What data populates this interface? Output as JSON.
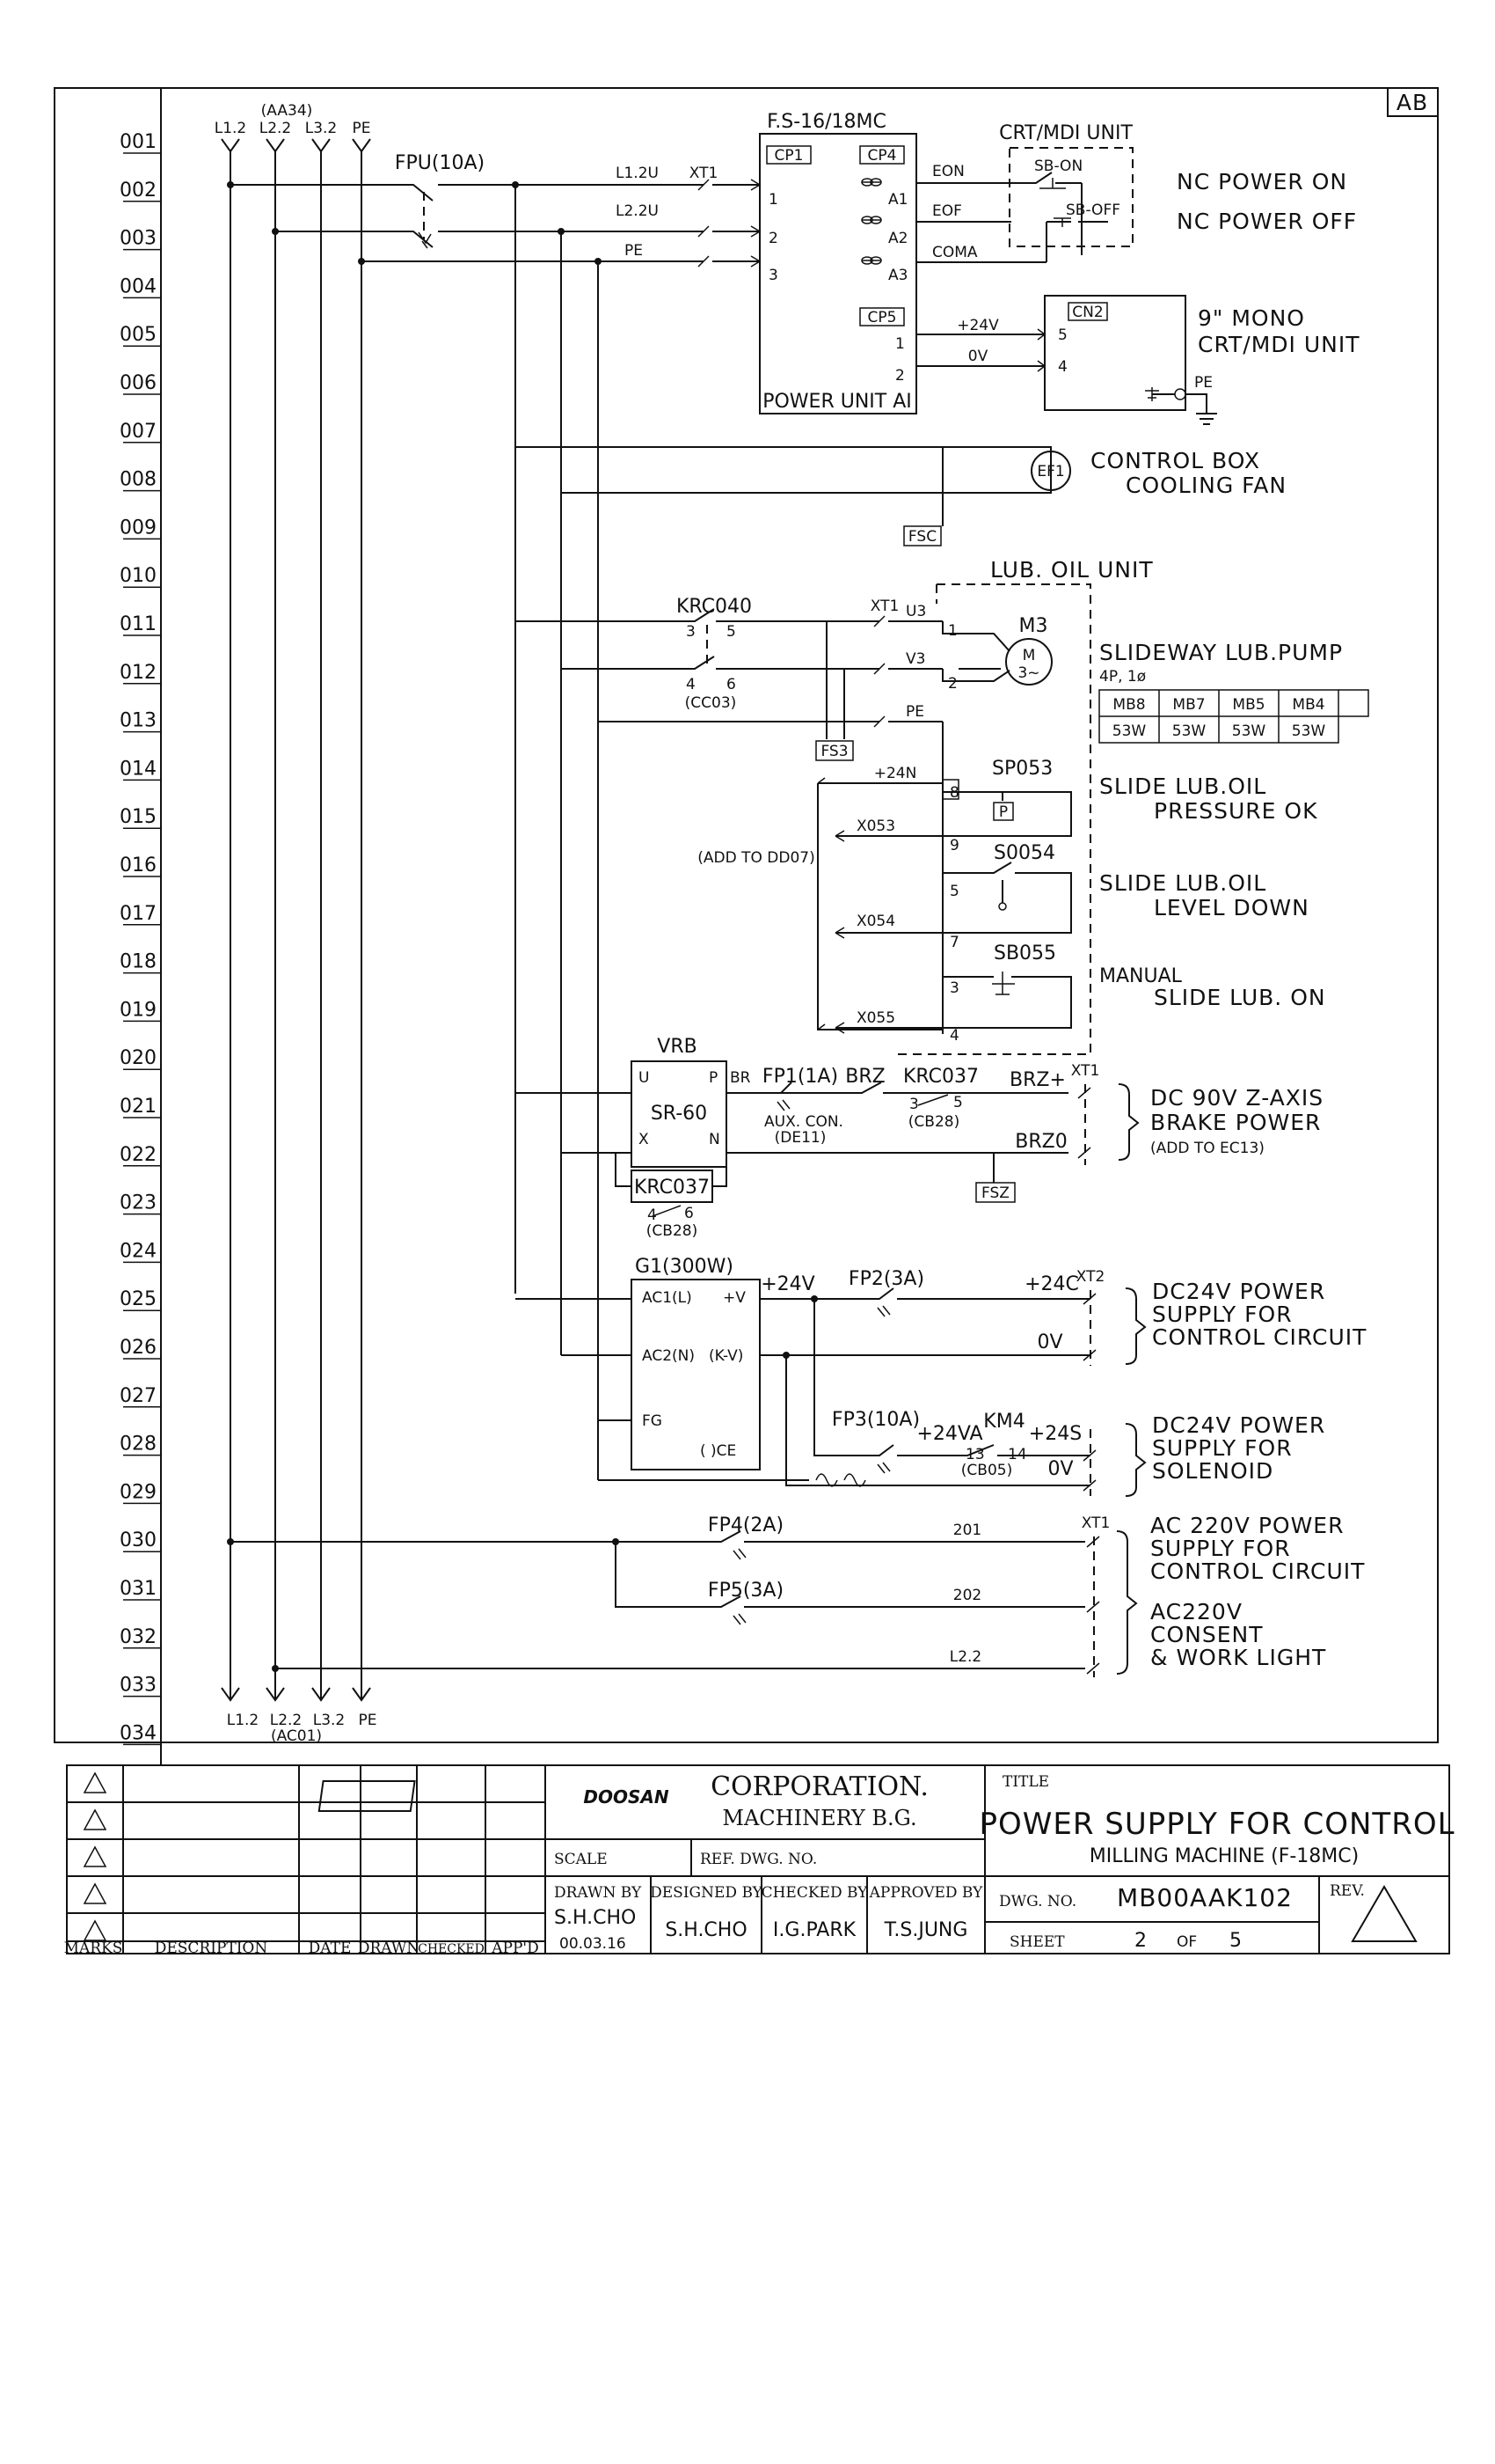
{
  "corner_tag": "AB",
  "line_numbers": [
    "001",
    "002",
    "003",
    "004",
    "005",
    "006",
    "007",
    "008",
    "009",
    "010",
    "011",
    "012",
    "013",
    "014",
    "015",
    "016",
    "017",
    "018",
    "019",
    "020",
    "021",
    "022",
    "023",
    "024",
    "025",
    "026",
    "027",
    "028",
    "029",
    "030",
    "031",
    "032",
    "033",
    "034"
  ],
  "supply": {
    "group_top": "(AA34)",
    "phases_top": [
      "L1.2",
      "L2.2",
      "L3.2",
      "PE"
    ],
    "phases_bottom": [
      "L1.2",
      "L2.2",
      "L3.2",
      "PE"
    ],
    "group_bottom": "(AC01)",
    "main_breaker": "FPU(10A)"
  },
  "power_unit": {
    "title": "F.S-16/18MC",
    "cp1": "CP1",
    "cp4": "CP4",
    "cp5": "CP5",
    "name": "POWER UNIT AI",
    "inputs": [
      "1",
      "2",
      "3"
    ],
    "a_terms": [
      "A1",
      "A2",
      "A3"
    ],
    "cp5_terms": [
      "1",
      "2"
    ],
    "wires_in": [
      "L1.2U",
      "L2.2U",
      "PE"
    ],
    "terminal": "XT1",
    "signals": [
      "EON",
      "EOF",
      "COMA"
    ],
    "dc_out": [
      "+24V",
      "0V"
    ]
  },
  "crt_mdi": {
    "title": "CRT/MDI UNIT",
    "sb_on": "SB-ON",
    "sb_off": "SB-OFF",
    "nc_on": "NC POWER ON",
    "nc_off": "NC POWER OFF",
    "cn2": "CN2",
    "pin5": "5",
    "pin4": "4",
    "mono_l1": "9\" MONO",
    "mono_l2": "CRT/MDI UNIT",
    "pe": "PE"
  },
  "fan": {
    "id": "EF1",
    "fuse": "FSC",
    "line1": "CONTROL BOX",
    "line2": "COOLING FAN"
  },
  "lub_unit": {
    "title": "LUB. OIL UNIT",
    "contactor": "KRC040",
    "c1": "3",
    "c2": "5",
    "c3": "4",
    "c4": "6",
    "c_ref": "(CC03)",
    "terminal": "XT1",
    "u3": "U3",
    "v3": "V3",
    "pe": "PE",
    "fuse": "FS3",
    "motor": "M3",
    "motor_m": "M",
    "motor_phase": "3~",
    "t1": "1",
    "t2": "2",
    "pump_title": "SLIDEWAY LUB.PUMP",
    "pump_spec": "4P, 1ø",
    "table_head": [
      "MB8",
      "MB7",
      "MB5",
      "MB4"
    ],
    "table_vals": [
      "53W",
      "53W",
      "53W",
      "53W"
    ],
    "p24n": "+24N",
    "x053": "X053",
    "x054": "X054",
    "x055": "X055",
    "add_to": "(ADD TO DD07)",
    "sp053": "SP053",
    "s0054": "S0054",
    "sb055": "SB055",
    "p_sym": "P",
    "pins": [
      "8",
      "9",
      "5",
      "7",
      "3",
      "4"
    ],
    "pressure_l1": "SLIDE LUB.OIL",
    "pressure_l2": "PRESSURE OK",
    "level_l1": "SLIDE LUB.OIL",
    "level_l2": "LEVEL DOWN",
    "manual_l1": "MANUAL",
    "manual_l2": "SLIDE LUB. ON"
  },
  "brake": {
    "vrb": "VRB",
    "u": "U",
    "p": "P",
    "br": "BR",
    "x": "X",
    "n": "N",
    "sr": "SR-60",
    "krc037_box": "KRC037",
    "k_46": "4",
    "k_6": "6",
    "k_ref_low": "(CB28)",
    "fp1": "FP1(1A)",
    "brz": "BRZ",
    "aux": "AUX. CON.",
    "aux_ref": "(DE11)",
    "krc037": "KRC037",
    "k3": "3",
    "k5": "5",
    "k_ref": "(CB28)",
    "brz_plus": "BRZ+",
    "brz0": "BRZ0",
    "terminal": "XT1",
    "fuse": "FSZ",
    "label_l1": "DC 90V Z-AXIS",
    "label_l2": "BRAKE POWER",
    "label_l3": "(ADD TO EC13)"
  },
  "dc24": {
    "g1": "G1(300W)",
    "ac1": "AC1(L)",
    "ac2": "AC2(N)",
    "fg": "FG",
    "pv": "+V",
    "nv": "(K-V)",
    "ce": "( )CE",
    "p24v": "+24V",
    "fp2": "FP2(3A)",
    "p24c": "+24C",
    "v0": "0V",
    "xt2": "XT2",
    "ctrl_l1": "DC24V POWER",
    "ctrl_l2": "SUPPLY FOR",
    "ctrl_l3": "CONTROL CIRCUIT",
    "fp3": "FP3(10A)",
    "p24va": "+24VA",
    "km4": "KM4",
    "k13": "13",
    "k14": "14",
    "k_ref": "(CB05)",
    "p24s": "+24S",
    "v0s": "0V",
    "sol_l1": "DC24V POWER",
    "sol_l2": "SUPPLY FOR",
    "sol_l3": "SOLENOID"
  },
  "ac220": {
    "fp4": "FP4(2A)",
    "w201": "201",
    "fp5": "FP5(3A)",
    "w202": "202",
    "l22": "L2.2",
    "terminal": "XT1",
    "ctrl_l1": "AC 220V POWER",
    "ctrl_l2": "SUPPLY FOR",
    "ctrl_l3": "CONTROL CIRCUIT",
    "cons_l1": "AC220V",
    "cons_l2": "CONSENT",
    "cons_l3": "& WORK LIGHT"
  },
  "title_block": {
    "marks": "MARKS",
    "description": "DESCRIPTION",
    "date": "DATE",
    "drawn": "DRAWN",
    "checked": "CHECKED",
    "appd": "APP'D",
    "logo": "DOOSAN",
    "corp": "CORPORATION.",
    "division": "MACHINERY B.G.",
    "scale": "SCALE",
    "ref_dwg": "REF. DWG. NO.",
    "drawn_by": "DRAWN BY",
    "drawn_name": "S.H.CHO",
    "drawn_date": "00.03.16",
    "designed_by": "DESIGNED BY",
    "designed_name": "S.H.CHO",
    "checked_by": "CHECKED BY",
    "checked_name": "I.G.PARK",
    "approved_by": "APPROVED BY",
    "approved_name": "T.S.JUNG",
    "title_label": "TITLE",
    "title": "POWER SUPPLY FOR CONTROL",
    "subtitle": "MILLING MACHINE (F-18MC)",
    "dwg_label": "DWG. NO.",
    "dwg_no": "MB00AAK102",
    "rev": "REV.",
    "sheet_label": "SHEET",
    "sheet_no": "2",
    "sheet_of": "OF",
    "sheet_total": "5"
  }
}
